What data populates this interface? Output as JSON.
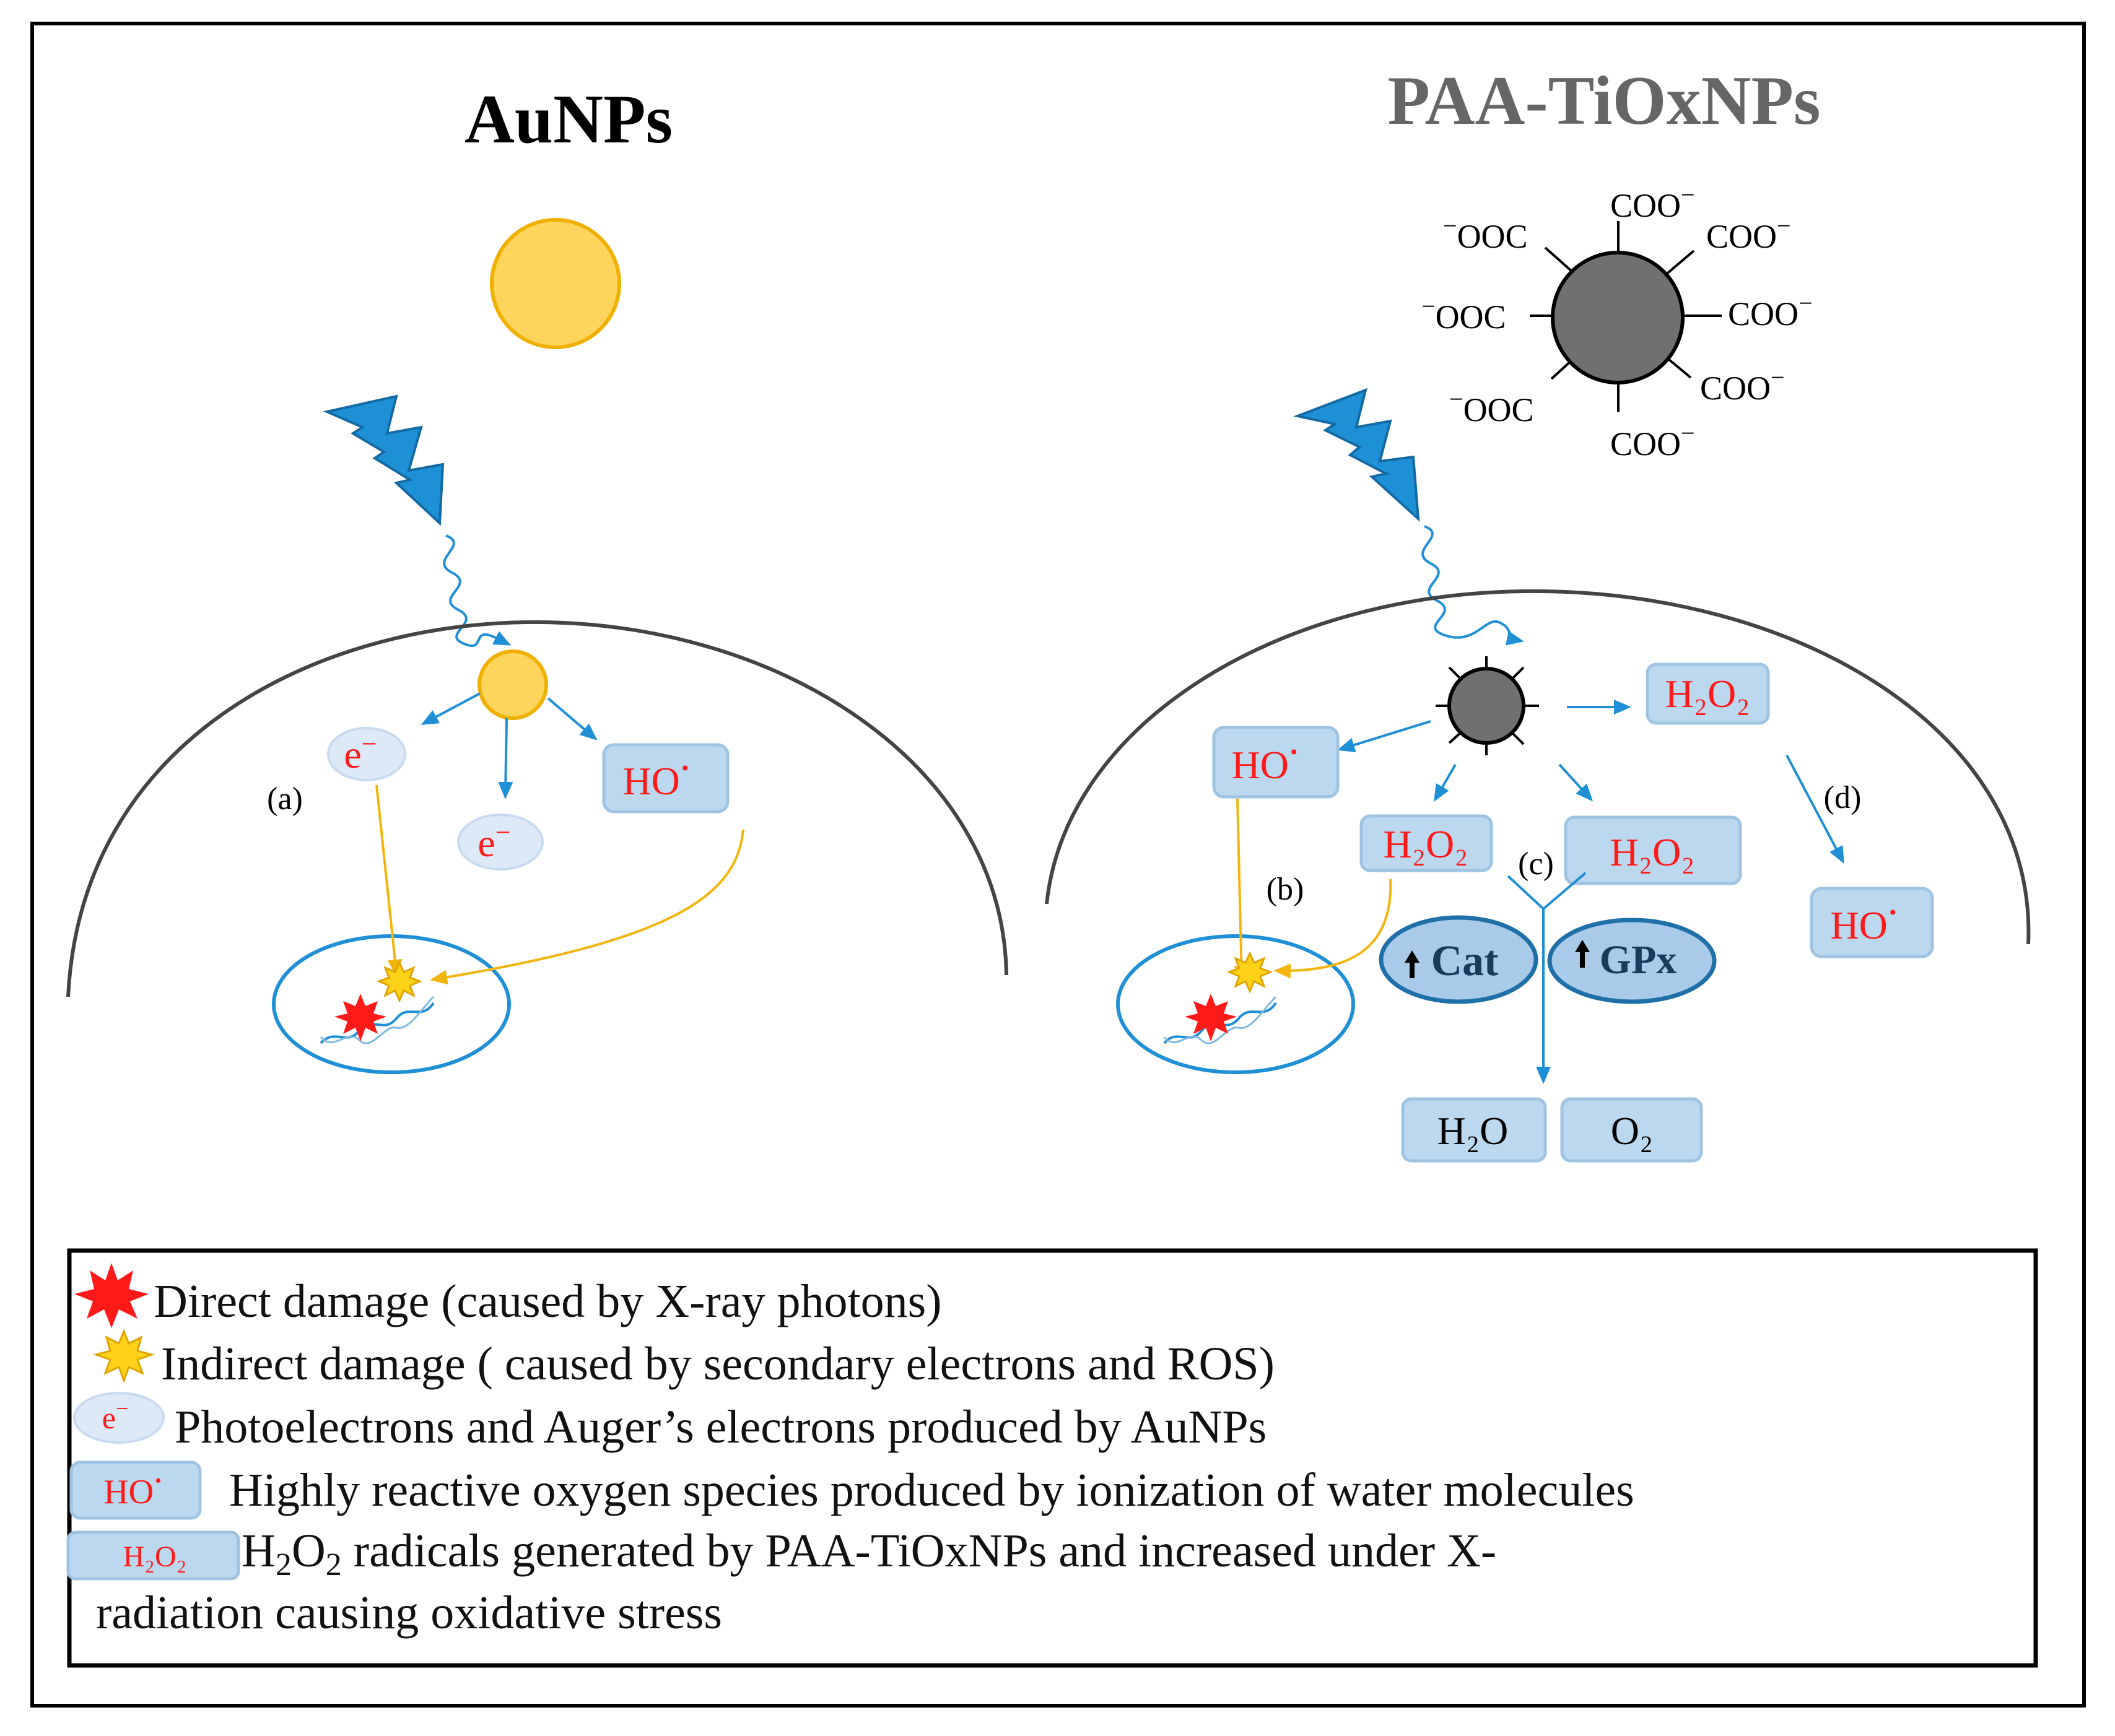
{
  "left_panel": {
    "title": "AuNPs",
    "electron_label": "e",
    "electron_sup": "−",
    "ho_label": "HO",
    "ho_sup": "·",
    "label_a": "(a)"
  },
  "right_panel": {
    "title": "PAA-TiOxNPs",
    "coo_labels": [
      "COO",
      "COO",
      "COO",
      "COO",
      "COO"
    ],
    "ooc_labels": [
      "OOC",
      "OOC",
      "OOC"
    ],
    "charge": "−",
    "h2o2_label": "H₂O₂",
    "ho_label": "HO",
    "ho_sup": "·",
    "label_b": "(b)",
    "label_c": "(c)",
    "label_d": "(d)",
    "cat_label": "Cat",
    "gpx_label": "GPx",
    "up_arrow": "🠅",
    "h2o_label": "H₂O",
    "o2_label": "O₂"
  },
  "legend": {
    "direct": "Direct damage (caused by X-ray photons)",
    "indirect": "Indirect damage ( caused by secondary electrons and ROS)",
    "electron_icon": "e",
    "electron_icon_sup": "−",
    "electrons": "Photoelectrons and Auger’s electrons produced by AuNPs",
    "ho_icon": "HO",
    "ho_icon_sup": "·",
    "ros": "Highly reactive oxygen species produced by ionization of water molecules",
    "h2o2_icon": "H₂O₂",
    "h2o2_text_prefix": "H",
    "h2o2_sub1": "2",
    "h2o2_mid": "O",
    "h2o2_sub2": "2",
    "h2o2_line1_rest": " radicals generated by PAA-TiOxNPs and increased under X-",
    "h2o2_line2": "radiation causing oxidative stress"
  },
  "colors": {
    "gold_np": "#fdd55c",
    "gold_stroke": "#f0b000",
    "ti_np": "#707070",
    "box_fill": "#bcd8ef",
    "arrow_blue": "#1f8fd6",
    "arrow_yellow": "#f2b50e",
    "enzyme_fill": "#a9cbe9",
    "enzyme_stroke": "#1f6fa8",
    "red_text": "#ff1a1a"
  }
}
